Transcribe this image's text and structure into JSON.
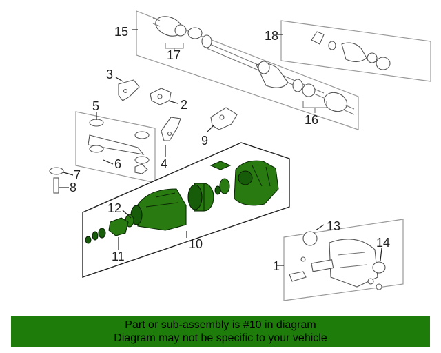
{
  "callouts": {
    "n1": "1",
    "n2": "2",
    "n3": "3",
    "n4": "4",
    "n5": "5",
    "n6": "6",
    "n7": "7",
    "n8": "8",
    "n9": "9",
    "n10": "10",
    "n11": "11",
    "n12": "12",
    "n13": "13",
    "n14": "14",
    "n15": "15",
    "n16": "16",
    "n17": "17",
    "n18": "18"
  },
  "banner": {
    "line1": "Part or sub-assembly is #10 in diagram",
    "line2": "Diagram may not be specific to your vehicle",
    "color": "#1e7c0a"
  },
  "highlight_color": "#2a7a12"
}
